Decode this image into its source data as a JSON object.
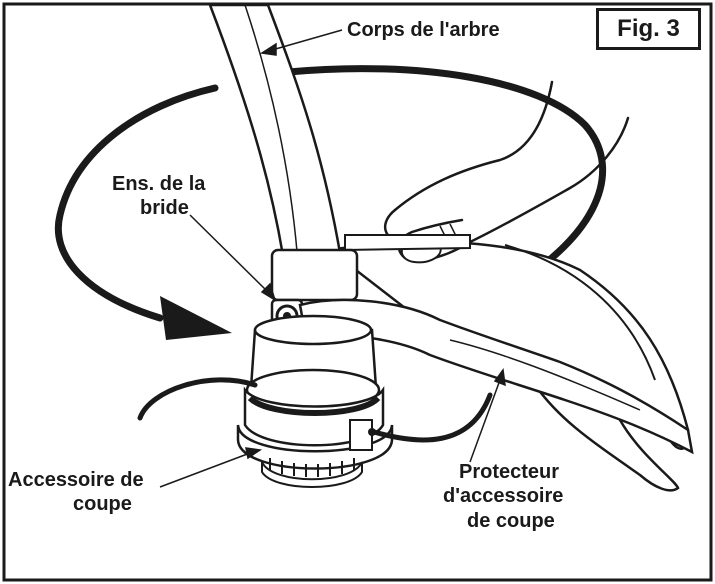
{
  "figure_label": "Fig. 3",
  "labels": {
    "shaft": "Corps de l'arbre",
    "flange_line1": "Ens. de la",
    "flange_line2": "bride",
    "attachment_line1": "Accessoire de",
    "attachment_line2": "coupe",
    "guard_line1": "Protecteur",
    "guard_line2": "d'accessoire",
    "guard_line3": "de coupe"
  }
}
